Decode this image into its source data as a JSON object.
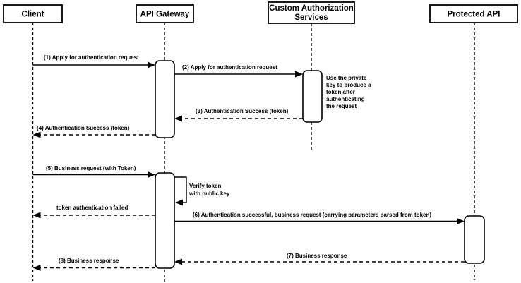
{
  "diagram": {
    "type": "sequence-diagram",
    "topic": "API Gateway token authentication flow"
  },
  "actors": [
    {
      "name": "Client",
      "lines": [
        "Client"
      ]
    },
    {
      "name": "API Gateway",
      "lines": [
        "API Gateway"
      ]
    },
    {
      "name": "Custom Authorization Services",
      "lines": [
        "Custom Authorization",
        "Services"
      ]
    },
    {
      "name": "Protected API",
      "lines": [
        "Protected API"
      ]
    }
  ],
  "messages": [
    {
      "label": "(1) Apply for authentication request",
      "from": "Client",
      "to": "API Gateway",
      "style": "solid"
    },
    {
      "label": "(2) Apply for authentication request",
      "from": "API Gateway",
      "to": "Custom Authorization Services",
      "style": "solid"
    },
    {
      "label": "(3) Authentication Success (token)",
      "from": "Custom Authorization Services",
      "to": "API Gateway",
      "style": "dashed"
    },
    {
      "label": "(4) Authentication Success (token)",
      "from": "API Gateway",
      "to": "Client",
      "style": "dashed"
    },
    {
      "label": "(5) Business request (with Token)",
      "from": "Client",
      "to": "API Gateway",
      "style": "solid"
    },
    {
      "label": "Verify token with public key",
      "label_lines": [
        "Verify token",
        "with public key"
      ],
      "from": "API Gateway",
      "to": "API Gateway",
      "style": "self-loop"
    },
    {
      "label": "token authentication failed",
      "from": "API Gateway",
      "to": "Client",
      "style": "dashed"
    },
    {
      "label": "(6) Authentication successful, business request (carrying parameters parsed from token)",
      "from": "API Gateway",
      "to": "Protected API",
      "style": "solid"
    },
    {
      "label": "(7) Business response",
      "from": "Protected API",
      "to": "API Gateway",
      "style": "dashed"
    },
    {
      "label": "(8) Business response",
      "from": "API Gateway",
      "to": "Client",
      "style": "dashed"
    }
  ],
  "note": {
    "text": "Use the private key to produce a token after authenticating the request",
    "lines": [
      "Use the private",
      "key to produce a",
      "token after",
      "authenticating",
      "the request"
    ]
  },
  "colors": {
    "line": "#000000",
    "background": "#ffffff",
    "box_fill": "#ffffff"
  }
}
